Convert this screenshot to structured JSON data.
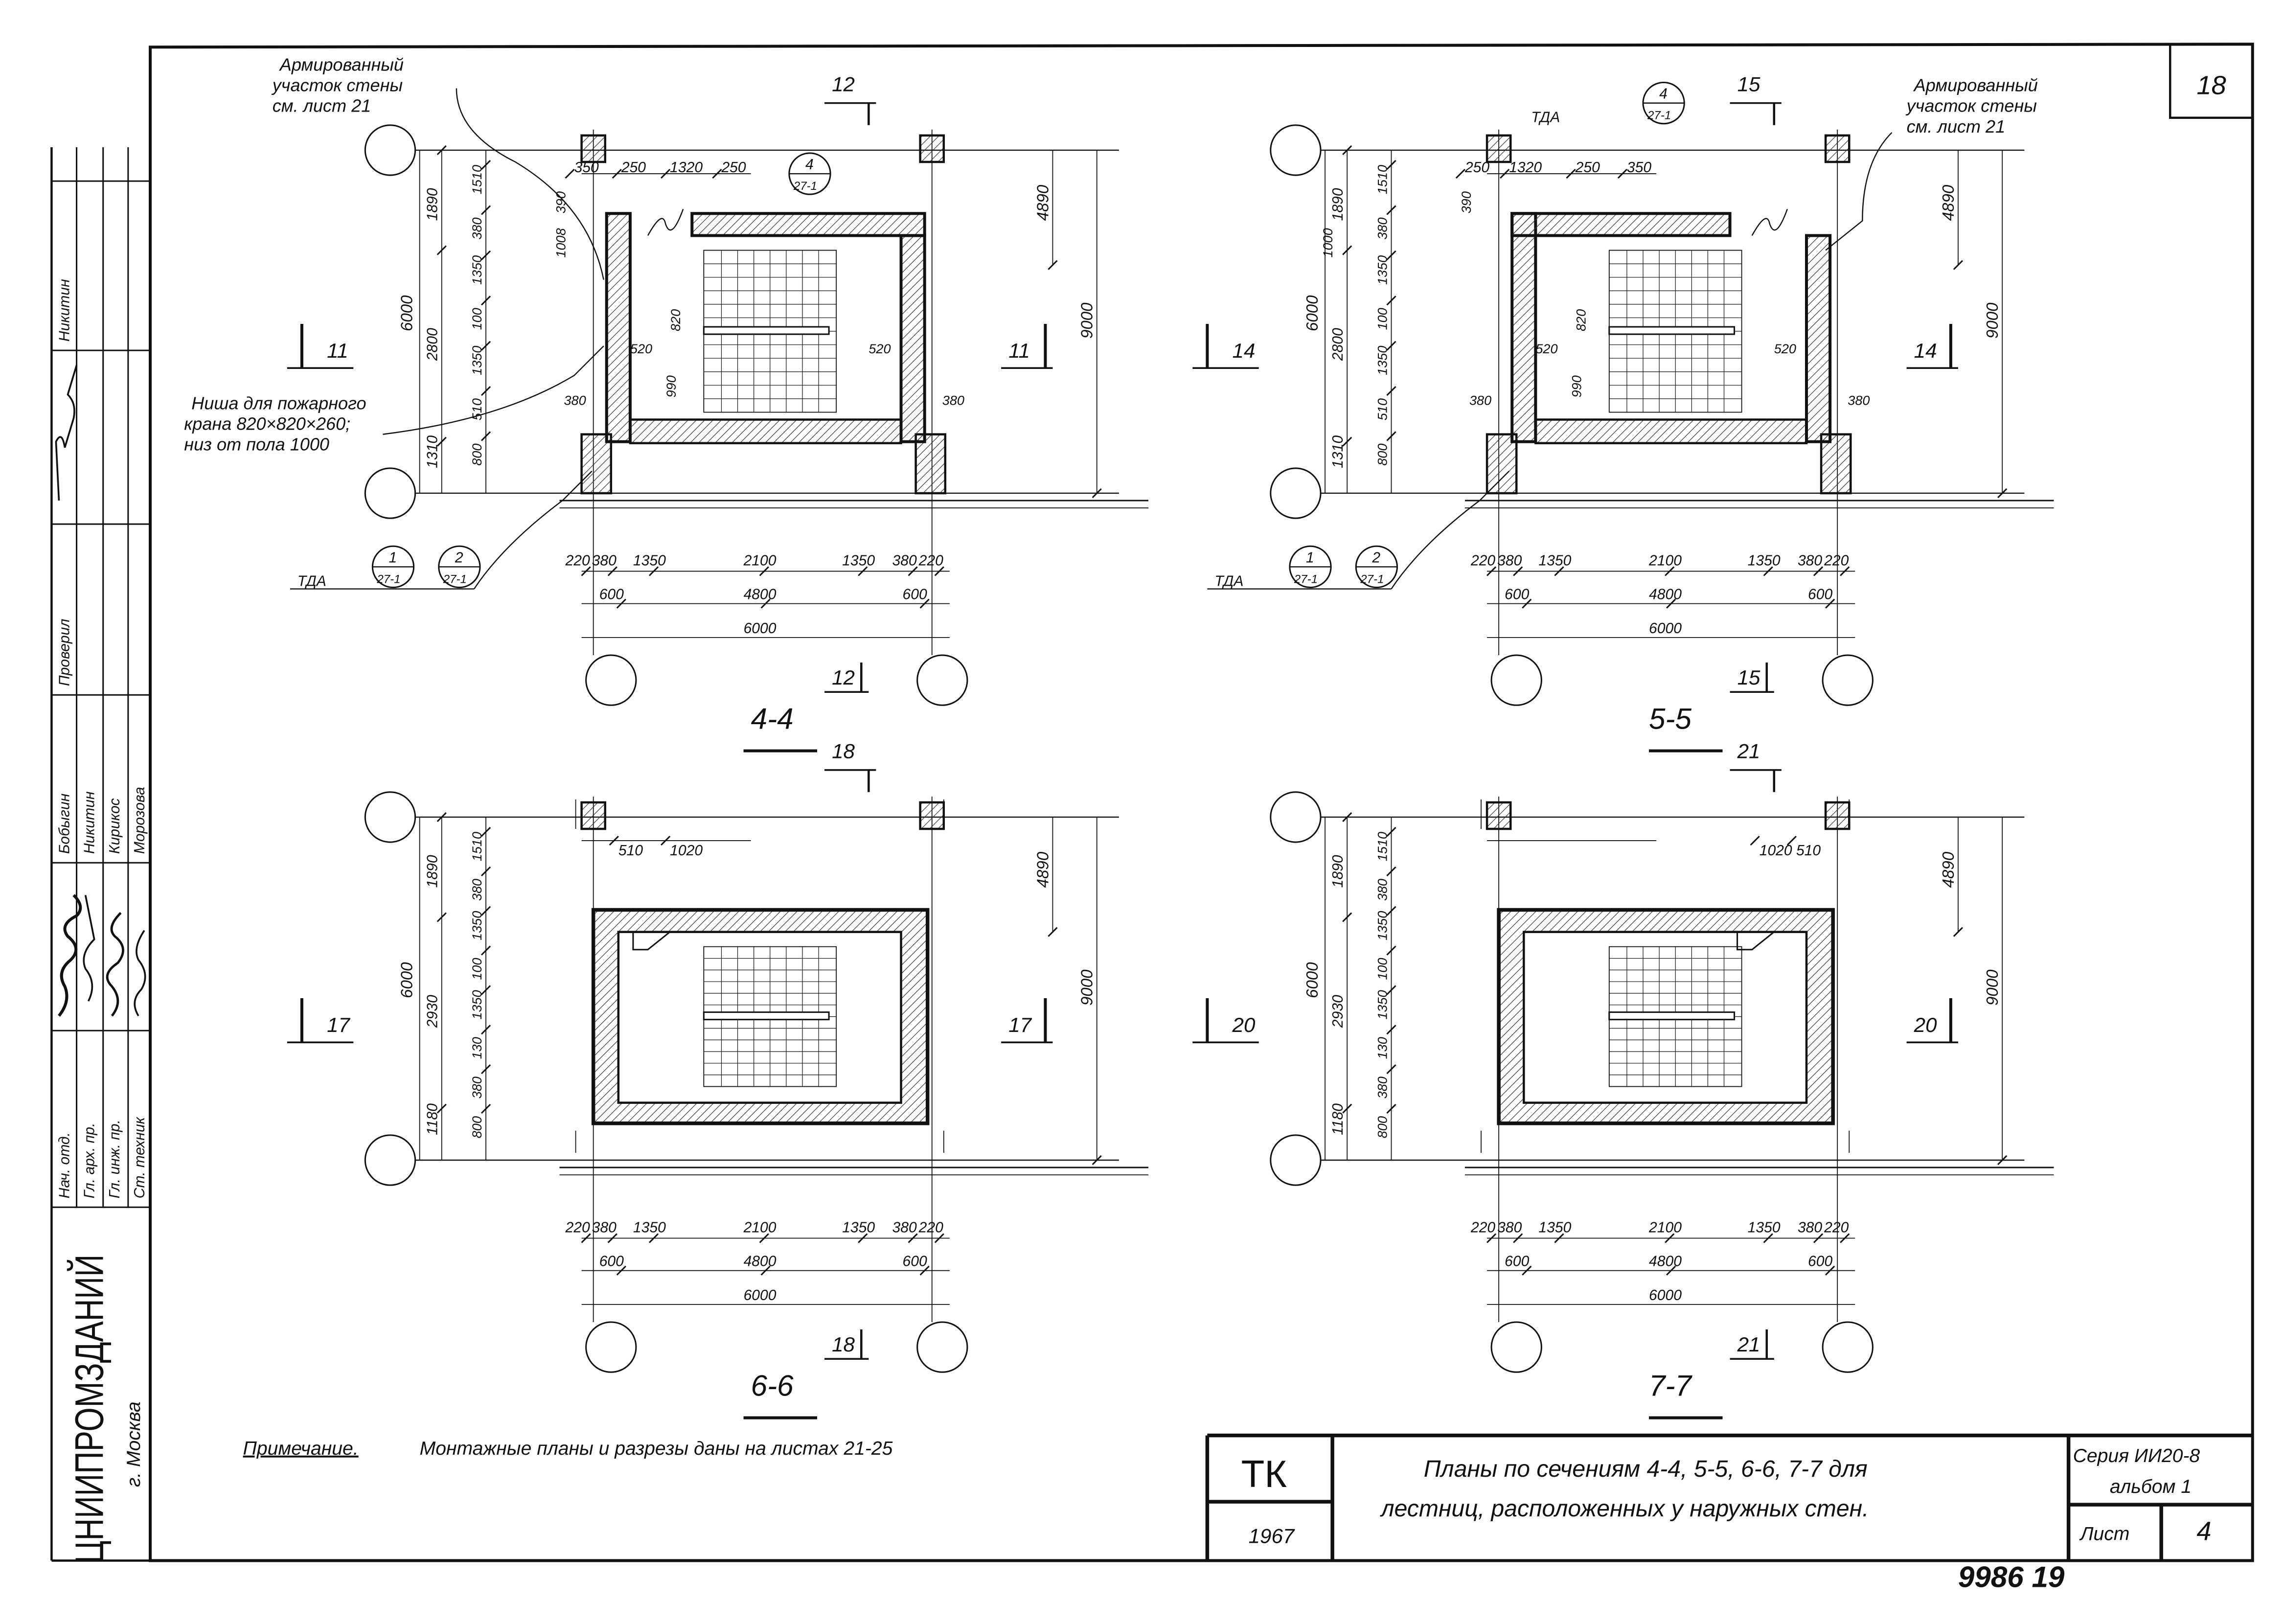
{
  "sheet_number": "18",
  "title_block": {
    "code": "ТК",
    "year": "1967",
    "title_line1": "Планы по сечениям 4-4, 5-5, 6-6, 7-7 для",
    "title_line2": "лестниц, расположенных у наружных стен.",
    "series_line1": "Серия ИИ20-8",
    "series_line2": "альбом 1",
    "sheet_label": "Лист",
    "sheet_value": "4"
  },
  "inventory_number": "9986 19",
  "note": {
    "label": "Примечание.",
    "text": "Монтажные планы и разрезы даны на листах 21-25"
  },
  "side_stamp": {
    "organization": "ЦНИИПРОМЗДАНИЙ",
    "city": "г. Москва",
    "rows": [
      [
        "Никитин",
        "",
        "",
        ""
      ],
      [
        "",
        "",
        "",
        ""
      ],
      [
        "Проверил",
        "",
        "",
        ""
      ],
      [
        "Бобыгин",
        "Никитин",
        "Кирикос",
        "Морозова"
      ],
      [
        "",
        "",
        "",
        ""
      ],
      [
        "Нач. отд.",
        "Гл. арх. пр.",
        "Гл. инж. пр.",
        "Ст. техник"
      ]
    ]
  },
  "plans": [
    {
      "title": "4-4",
      "section_side": "11",
      "section_top": "12",
      "top_dims": [
        "350",
        "250",
        "1320",
        "250"
      ],
      "left_outer": "6000",
      "left_mid": [
        "1890",
        "2800",
        "1310"
      ],
      "left_inner": [
        "1510",
        "380",
        "1350",
        "100",
        "1350",
        "510",
        "800"
      ],
      "right_dims": [
        "4890",
        "9000"
      ],
      "bottom_row1": [
        "220",
        "380",
        "1350",
        "2100",
        "1350",
        "380",
        "220"
      ],
      "bottom_row2": [
        "600",
        "4800",
        "600"
      ],
      "bottom_row3": "6000",
      "interior": [
        "1008",
        "390",
        "520",
        "820",
        "990",
        "520",
        "380",
        "380"
      ],
      "notes": [
        [
          "Армированный",
          "участок стены",
          "см. лист 21"
        ],
        [
          "Ниша для пожарного",
          "крана 820×820×260;",
          "низ от пола 1000"
        ]
      ],
      "callouts": [
        {
          "label": "ТДА",
          "marks": [
            {
              "num": "1",
              "ref": "27-1"
            },
            {
              "num": "2",
              "ref": "27-1"
            }
          ]
        },
        {
          "label": "",
          "marks": [
            {
              "num": "4",
              "ref": "27-1"
            }
          ]
        }
      ]
    },
    {
      "title": "5-5",
      "section_side": "14",
      "section_top": "15",
      "top_dims": [
        "250",
        "1320",
        "250",
        "350"
      ],
      "left_outer": "6000",
      "left_mid": [
        "1890",
        "2800",
        "1310"
      ],
      "left_inner": [
        "1510",
        "380",
        "1350",
        "100",
        "1350",
        "510",
        "800"
      ],
      "right_dims": [
        "4890",
        "9000"
      ],
      "bottom_row1": [
        "220",
        "380",
        "1350",
        "2100",
        "1350",
        "380",
        "220"
      ],
      "bottom_row2": [
        "600",
        "4800",
        "600"
      ],
      "bottom_row3": "6000",
      "interior": [
        "1000",
        "390",
        "520",
        "820",
        "990",
        "520",
        "380",
        "380"
      ],
      "notes": [
        [
          "Армированный",
          "участок стены",
          "см. лист 21"
        ]
      ],
      "callouts": [
        {
          "label": "ТДА",
          "marks": [
            {
              "num": "1",
              "ref": "27-1"
            },
            {
              "num": "2",
              "ref": "27-1"
            }
          ]
        },
        {
          "label": "ТДА",
          "marks": [
            {
              "num": "4",
              "ref": "27-1"
            }
          ]
        }
      ]
    },
    {
      "title": "6-6",
      "section_side": "17",
      "section_top": "18",
      "top_dims": [
        "510",
        "1020"
      ],
      "left_outer": "6000",
      "left_mid": [
        "1890",
        "2930",
        "1180"
      ],
      "left_inner": [
        "1510",
        "380",
        "1350",
        "100",
        "1350",
        "130",
        "380",
        "800"
      ],
      "right_dims": [
        "4890",
        "9000"
      ],
      "bottom_row1": [
        "220",
        "380",
        "1350",
        "2100",
        "1350",
        "380",
        "220"
      ],
      "bottom_row2": [
        "600",
        "4800",
        "600"
      ],
      "bottom_row3": "6000",
      "interior": [],
      "notes": [],
      "callouts": []
    },
    {
      "title": "7-7",
      "section_side": "20",
      "section_top": "21",
      "top_dims": [
        "1020",
        "510"
      ],
      "left_outer": "6000",
      "left_mid": [
        "1890",
        "2930",
        "1180"
      ],
      "left_inner": [
        "1510",
        "380",
        "1350",
        "100",
        "1350",
        "130",
        "380",
        "800"
      ],
      "right_dims": [
        "4890",
        "9000"
      ],
      "bottom_row1": [
        "220",
        "380",
        "1350",
        "2100",
        "1350",
        "380",
        "220"
      ],
      "bottom_row2": [
        "600",
        "4800",
        "600"
      ],
      "bottom_row3": "6000",
      "interior": [],
      "notes": [],
      "callouts": []
    }
  ]
}
